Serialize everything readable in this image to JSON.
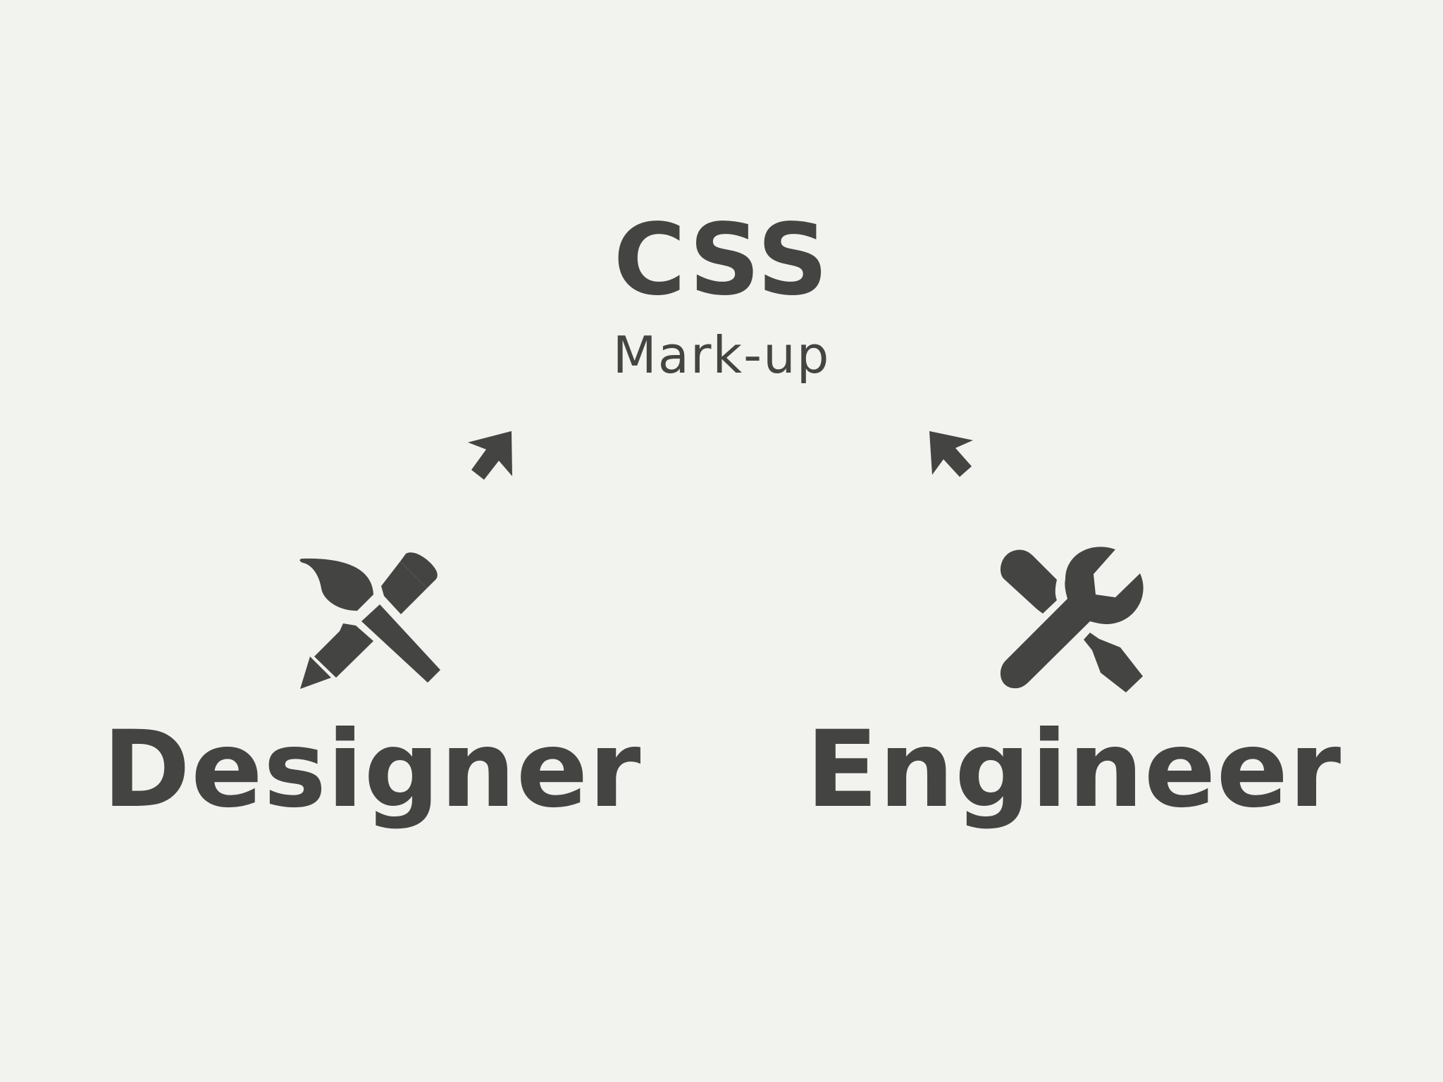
{
  "center": {
    "title": "CSS",
    "subtitle": "Mark-up"
  },
  "left": {
    "label": "Designer",
    "icon": "brush-and-pencil-icon"
  },
  "right": {
    "label": "Engineer",
    "icon": "wrench-and-screwdriver-icon"
  },
  "colors": {
    "background": "#f2f2ef",
    "foreground": "#444442"
  }
}
